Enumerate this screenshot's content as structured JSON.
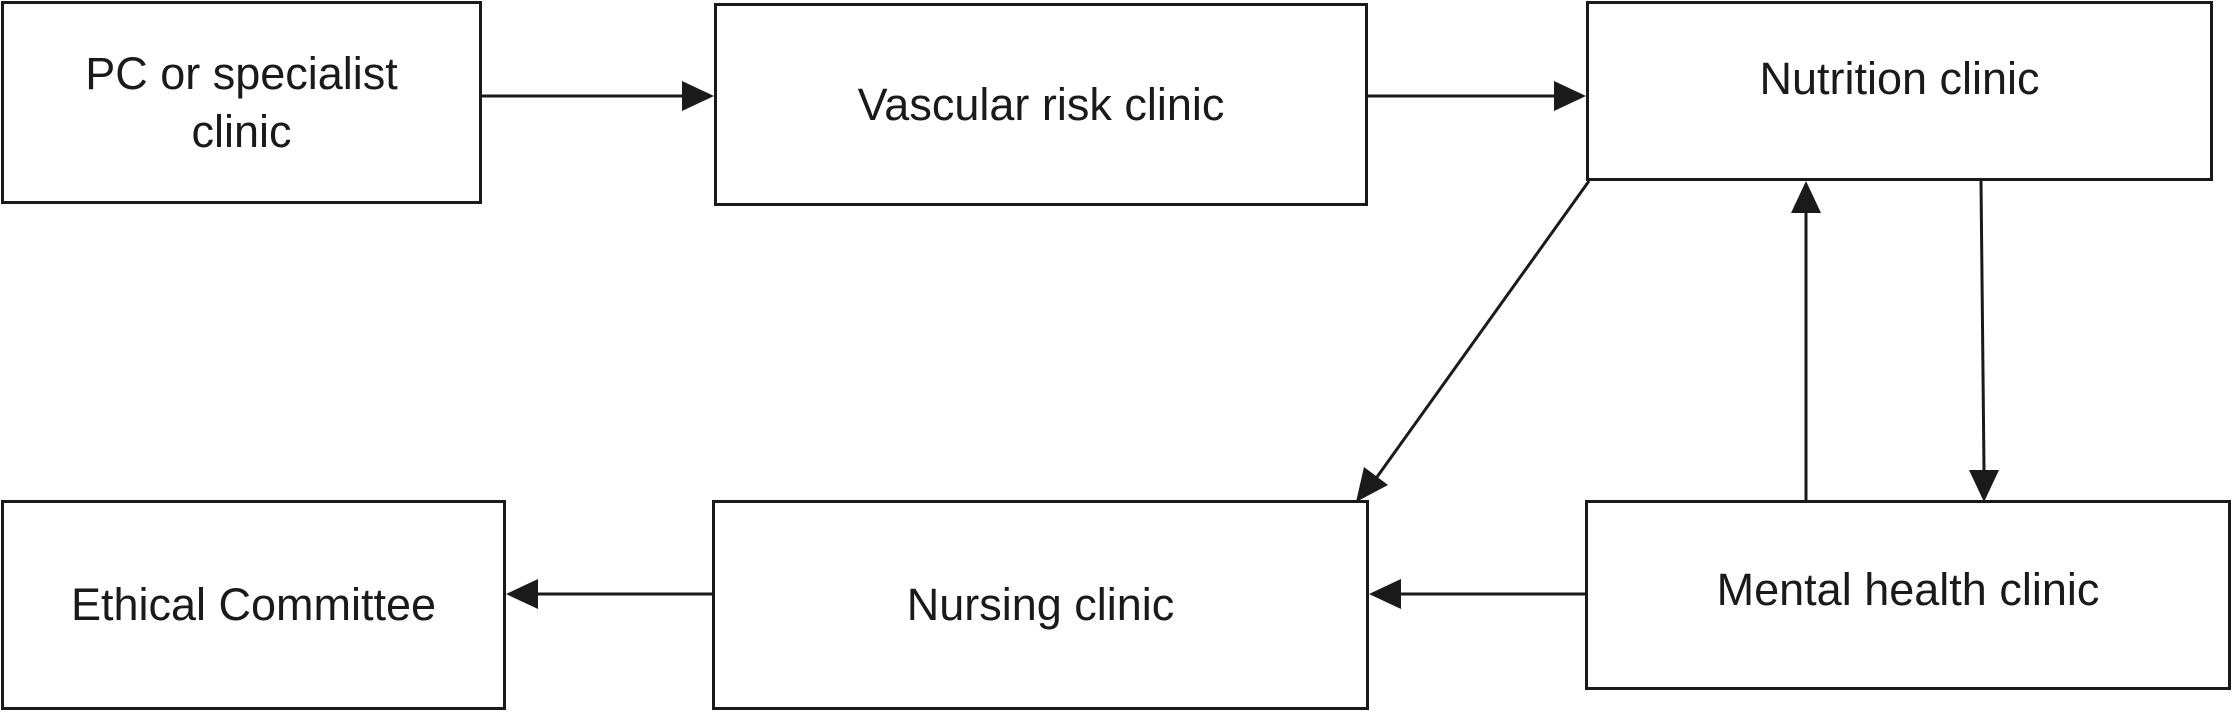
{
  "diagram": {
    "nodes": {
      "pc": {
        "label": "PC or specialist\nclinic"
      },
      "vascular": {
        "label": "Vascular risk clinic"
      },
      "nutrition": {
        "label": "Nutrition clinic"
      },
      "ethical": {
        "label": "Ethical Committee"
      },
      "nursing": {
        "label": "Nursing clinic"
      },
      "mental": {
        "label": "Mental health clinic"
      }
    },
    "edges": [
      {
        "from": "pc",
        "to": "vascular"
      },
      {
        "from": "vascular",
        "to": "nutrition"
      },
      {
        "from": "nutrition",
        "to": "nursing"
      },
      {
        "from": "nutrition",
        "to": "mental"
      },
      {
        "from": "mental",
        "to": "nutrition"
      },
      {
        "from": "mental",
        "to": "nursing"
      },
      {
        "from": "nursing",
        "to": "ethical"
      }
    ]
  }
}
